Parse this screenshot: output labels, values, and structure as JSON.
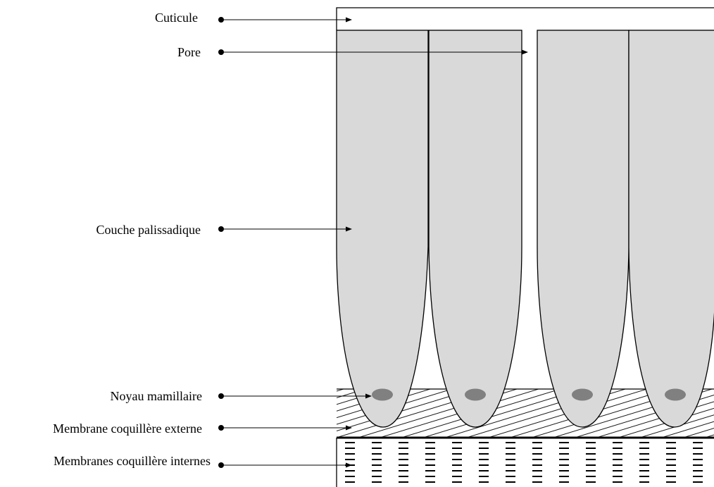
{
  "labels": {
    "cuticule": "Cuticule",
    "pore": "Pore",
    "couche_palissadique": "Couche palissadique",
    "noyau_mamillaire": "Noyau mamillaire",
    "membrane_externe": "Membrane coquillère externe",
    "membranes_internes": "Membranes coquillère internes"
  },
  "colors": {
    "palisade_fill": "#d9d9d9",
    "nucleus_fill": "#808080",
    "line": "#000000"
  }
}
